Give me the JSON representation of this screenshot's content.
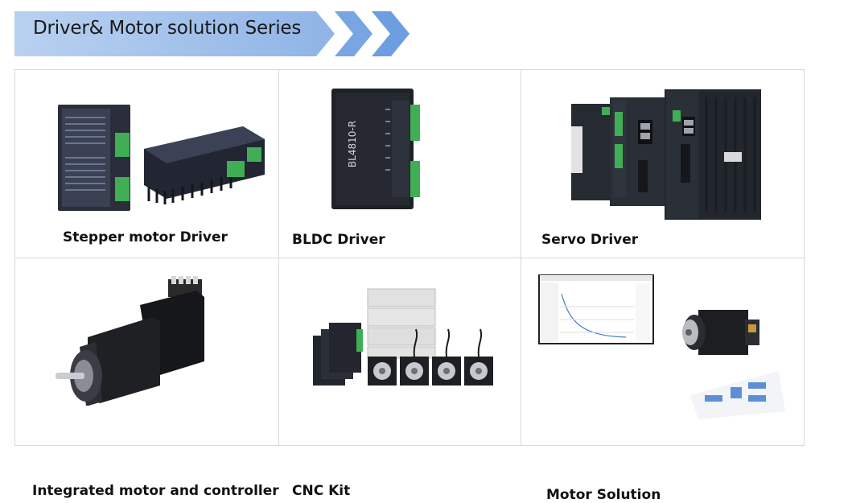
{
  "header": {
    "title": "Driver& Motor solution Series"
  },
  "colors": {
    "banner": "#a9c6ec",
    "chevron": "#6f9de0",
    "product_dark": "#1c1f26",
    "terminal_green": "#3fae55"
  },
  "products": [
    {
      "label": "Stepper motor Driver",
      "icon": "stepper-driver-image"
    },
    {
      "label": "BLDC Driver",
      "icon": "bldc-driver-image",
      "model_text": "BL4810-R"
    },
    {
      "label": "Servo Driver",
      "icon": "servo-driver-image"
    },
    {
      "label": "Integrated motor and controller",
      "icon": "integrated-motor-image"
    },
    {
      "label": "CNC Kit",
      "icon": "cnc-kit-image"
    },
    {
      "label": "Motor Solution",
      "icon": "motor-solution-image"
    }
  ]
}
